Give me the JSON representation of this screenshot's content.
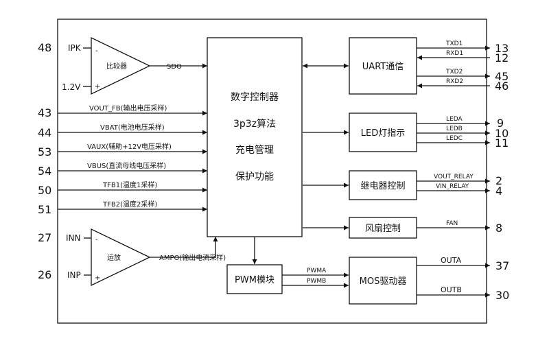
{
  "core": {
    "lines": [
      "数字控制器",
      "3p3z算法",
      "充电管理",
      "保护功能"
    ]
  },
  "comparator": {
    "label": "比较器",
    "minus": "-",
    "plus": "+",
    "out_signal": "SDO",
    "in_minus": {
      "pin": "48",
      "name": "IPK"
    },
    "in_plus": {
      "name": "1.2V"
    }
  },
  "opamp": {
    "label": "运放",
    "minus": "-",
    "plus": "+",
    "out_signal": "AMPO(输出电流采样)",
    "in_minus": {
      "pin": "27",
      "name": "INN"
    },
    "in_plus": {
      "pin": "26",
      "name": "INP"
    }
  },
  "left_inputs": [
    {
      "pin": "43",
      "name": "VOUT_FB(输出电压采样)"
    },
    {
      "pin": "44",
      "name": "VBAT(电池电压采样)"
    },
    {
      "pin": "53",
      "name": "VAUX(辅助+12V电压采样)"
    },
    {
      "pin": "54",
      "name": "VBUS(直流母线电压采样)"
    },
    {
      "pin": "50",
      "name": "TFB1(温度1采样)"
    },
    {
      "pin": "51",
      "name": "TFB2(温度2采样)"
    }
  ],
  "blocks": {
    "uart": "UART通信",
    "led": "LED灯指示",
    "relay": "继电器控制",
    "fan": "风扇控制",
    "pwm": "PWM模块",
    "mos": "MOS驱动器"
  },
  "uart_signals": [
    {
      "name": "TXD1",
      "pin": "13",
      "dir": "out"
    },
    {
      "name": "RXD1",
      "pin": "12",
      "dir": "in"
    },
    {
      "name": "TXD2",
      "pin": "45",
      "dir": "out"
    },
    {
      "name": "RXD2",
      "pin": "46",
      "dir": "in"
    }
  ],
  "led_signals": [
    {
      "name": "LEDA",
      "pin": "9"
    },
    {
      "name": "LEDB",
      "pin": "10"
    },
    {
      "name": "LEDC",
      "pin": "11"
    }
  ],
  "relay_signals": [
    {
      "name": "VOUT_RELAY",
      "pin": "2"
    },
    {
      "name": "VIN_RELAY",
      "pin": "4"
    }
  ],
  "fan_signal": {
    "name": "FAN",
    "pin": "8"
  },
  "pwm_signals": [
    "PWMA",
    "PWMB"
  ],
  "mos_signals": [
    {
      "name": "OUTA",
      "pin": "37"
    },
    {
      "name": "OUTB",
      "pin": "30"
    }
  ]
}
